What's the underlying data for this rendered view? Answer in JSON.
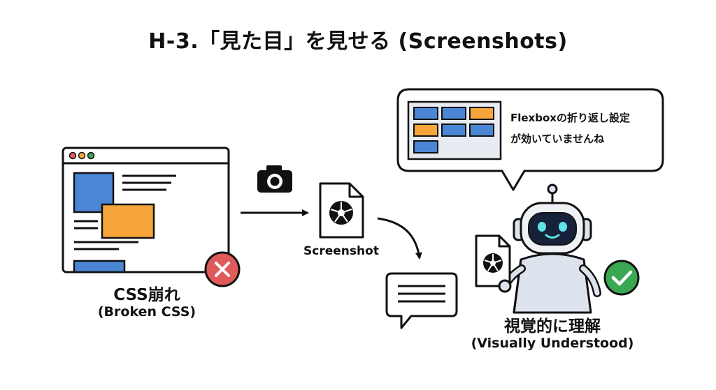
{
  "title": "H-3.「見た目」を見せる (Screenshots)",
  "left": {
    "label": "CSS崩れ",
    "sublabel": "(Broken CSS)",
    "status_icon": "x-circle-icon",
    "status_color": "#e05a5a"
  },
  "middle": {
    "label": "Screenshot",
    "camera_icon": "camera-icon",
    "file_icon": "aperture-file-icon",
    "message_icon": "chat-message-icon"
  },
  "right": {
    "label": "視覚的に理解",
    "sublabel": "(Visually Understood)",
    "bubble_line1": "Flexboxの折り返し設定",
    "bubble_line2": "が効いていませんね",
    "status_icon": "check-circle-icon",
    "status_color": "#3aa853"
  },
  "colors": {
    "blue": "#4a86d4",
    "orange": "#f5a53a",
    "robot_face": "#16223a",
    "robot_eyes": "#5fe3e9"
  }
}
